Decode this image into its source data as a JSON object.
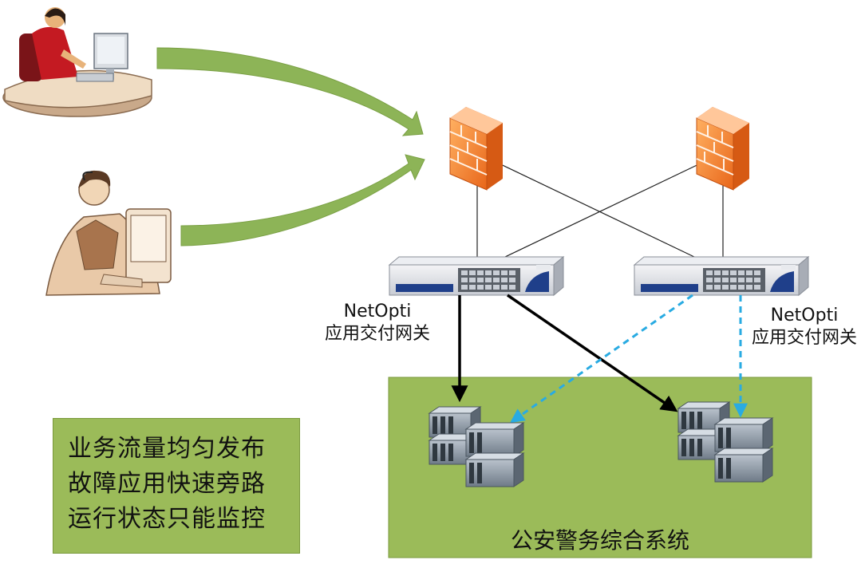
{
  "gateways": [
    {
      "name": "NetOpti",
      "subtitle": "应用交付网关"
    },
    {
      "name": "NetOpti",
      "subtitle": "应用交付网关"
    }
  ],
  "features": [
    "业务流量均匀发布",
    "故障应用快速旁路",
    "运行状态只能监控"
  ],
  "system": {
    "label": "公安警务综合系统"
  },
  "colors": {
    "panel_green": "#9bbb59",
    "arrow_green": "#8db457",
    "firewall_orange": "#f7941d",
    "active_path": "#000000",
    "backup_path": "#29abe2"
  },
  "icons": [
    "user-woman-icon",
    "user-man-icon",
    "firewall-icon",
    "gateway-device-icon",
    "server-cluster-icon"
  ]
}
